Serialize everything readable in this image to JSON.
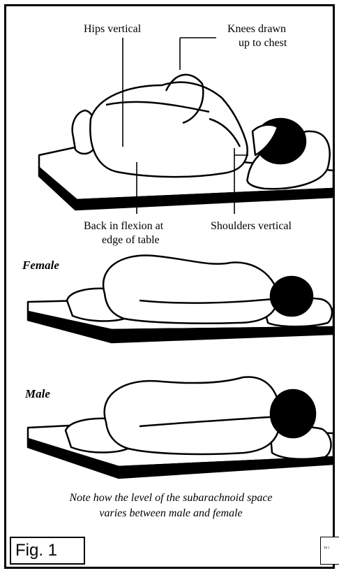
{
  "labels": {
    "hips": "Hips vertical",
    "knees_1": "Knees drawn",
    "knees_2": "up to chest",
    "back_1": "Back in flexion at",
    "back_2": "edge of table",
    "shoulders": "Shoulders vertical"
  },
  "sections": {
    "female": "Female",
    "male": "Male"
  },
  "note": {
    "line1": "Note how the level of the subarachnoid space",
    "line2": "varies between male and female"
  },
  "figure_label": "Fig. 1",
  "corner_stub_text": "Su\n t"
}
